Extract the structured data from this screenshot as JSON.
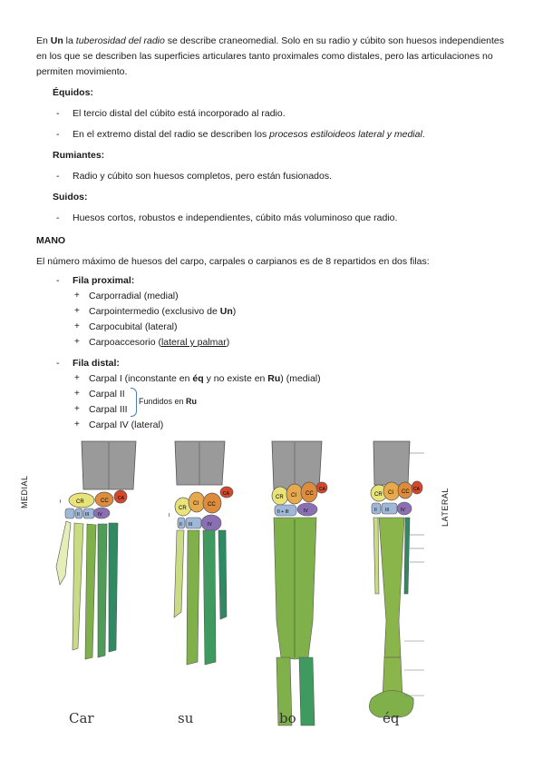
{
  "intro": {
    "p1": "En ",
    "p2": "Un",
    "p3": " la ",
    "p4": "tuberosidad del radio",
    "p5": " se describe craneomedial. Solo en su radio y cúbito son huesos independientes en los que se describen las superficies articulares tanto proximales como distales, pero las articulaciones no permiten movimiento."
  },
  "equidos": {
    "heading": "Équidos:",
    "items": [
      {
        "text": "El tercio distal del cúbito está incorporado al radio."
      },
      {
        "pre": "En el extremo distal del radio se describen los ",
        "em": "procesos estiloideos lateral y medial",
        "post": "."
      }
    ]
  },
  "rumiantes": {
    "heading": "Rumiantes:",
    "items": [
      "Radio y cúbito son huesos completos, pero están fusionados."
    ]
  },
  "suidos": {
    "heading": "Suidos:",
    "items": [
      "Huesos cortos, robustos e independientes, cúbito más voluminoso que radio."
    ]
  },
  "mano": {
    "heading": "MANO",
    "intro": "El número máximo de huesos del carpo, carpales o carpianos es de 8 repartidos en dos filas:",
    "proximal": {
      "heading": "Fila proximal:",
      "items": {
        "a": "Carporradial (medial)",
        "b1": "Carpointermedio (exclusivo de ",
        "b2": "Un",
        "b3": ")",
        "c": "Carpocubital (lateral)",
        "d1": "Carpoaccesorio (",
        "d2": "lateral y palmar",
        "d3": ")"
      }
    },
    "distal": {
      "heading": "Fila distal:",
      "items": {
        "a1": "Carpal I (inconstante en ",
        "a2": "éq",
        "a3": " y no existe en ",
        "a4": "Ru",
        "a5": ") (medial)",
        "b": "Carpal II",
        "c": "Carpal III",
        "d": "Carpal IV (lateral)"
      },
      "note1": "Fundidos en ",
      "note2": "Ru"
    }
  },
  "figure": {
    "medial_label": "MEDIAL",
    "lateral_label": "LATERAL",
    "captions": [
      "Car",
      "su",
      "bo",
      "éq"
    ],
    "bone_labels": {
      "cr": "CR",
      "ci": "CI",
      "cc": "CC",
      "ca": "CA",
      "i": "I",
      "ii": "II",
      "iii": "III",
      "iv": "IV",
      "ii_iii": "II + III"
    },
    "colors": {
      "radius_ulna": "#9a9a9a",
      "cr": "#e8e37a",
      "ci": "#e8a94b",
      "cc": "#dd8b3c",
      "ca": "#d4472a",
      "distal_row": "#9fb8d8",
      "carpal_iv": "#8b6fb3",
      "digit_light": "#c9dc83",
      "digit_mid": "#7fb04a",
      "digit_dark": "#2f8a63"
    }
  }
}
